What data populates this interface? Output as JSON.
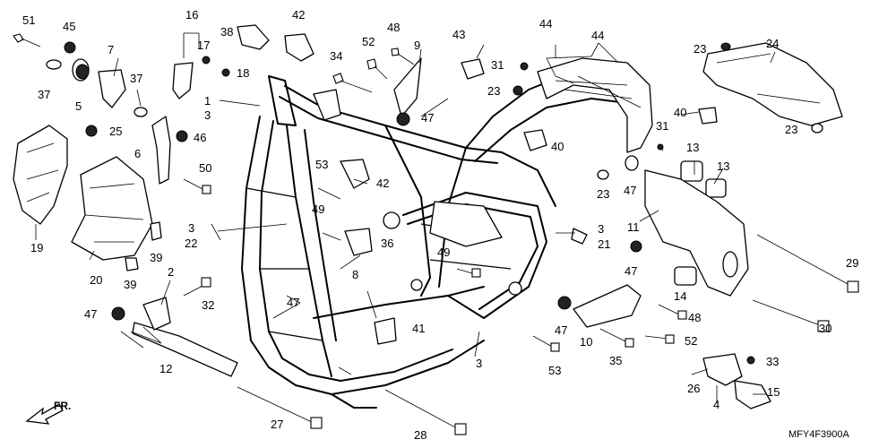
{
  "diagram": {
    "code": "MFY4F3900A",
    "direction_label": "FR.",
    "callouts": [
      "1",
      "2",
      "3",
      "4",
      "5",
      "6",
      "7",
      "8",
      "9",
      "10",
      "11",
      "12",
      "13",
      "14",
      "15",
      "16",
      "17",
      "18",
      "19",
      "20",
      "21",
      "22",
      "23",
      "24",
      "25",
      "26",
      "27",
      "28",
      "29",
      "30",
      "31",
      "32",
      "33",
      "34",
      "35",
      "36",
      "37",
      "38",
      "39",
      "40",
      "41",
      "42",
      "43",
      "44",
      "45",
      "46",
      "47",
      "48",
      "49",
      "50",
      "51",
      "52",
      "53"
    ]
  }
}
